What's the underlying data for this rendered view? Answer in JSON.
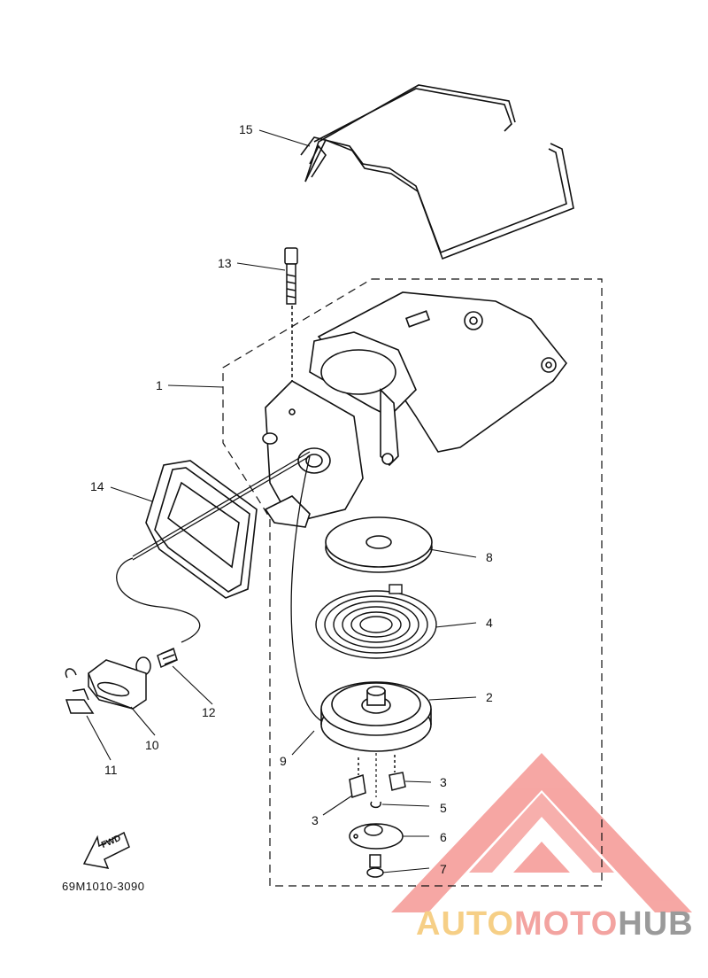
{
  "diagram": {
    "drawing_code": "69M1010-3090",
    "forward_arrow_label": "FWD",
    "callouts": {
      "n1": "1",
      "n2": "2",
      "n3a": "3",
      "n3b": "3",
      "n4": "4",
      "n5": "5",
      "n6": "6",
      "n7": "7",
      "n8": "8",
      "n9": "9",
      "n10": "10",
      "n11": "11",
      "n12": "12",
      "n13": "13",
      "n14": "14",
      "n15": "15"
    }
  },
  "watermark": {
    "part1": "AUTO",
    "part2": "MOTO",
    "part3": "HUB",
    "colors": {
      "auto": "#f6cf86",
      "moto": "#f3a3a0",
      "hub": "#9a9a9a",
      "logo": "#f6a29f"
    }
  }
}
